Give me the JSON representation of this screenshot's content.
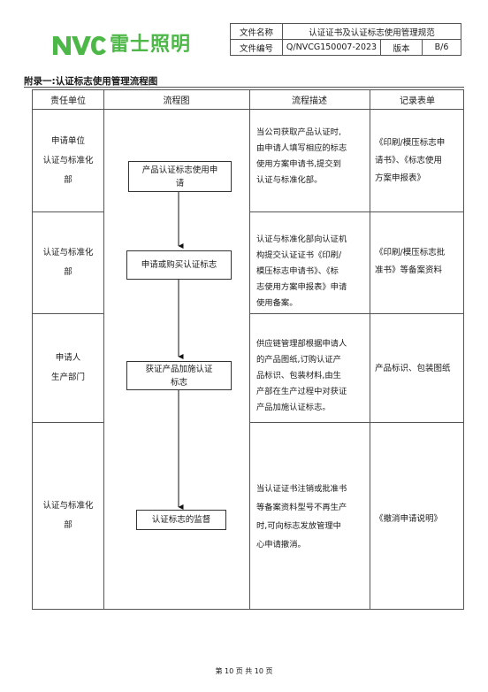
{
  "header": {
    "logo_text": "雷士照明",
    "doc_name_label": "文件名称",
    "doc_name_value": "认证证书及认证标志使用管理规范",
    "doc_no_label": "文件编号",
    "doc_no_value": "Q/NVCG150007-2023",
    "version_label": "版本",
    "version_value": "B/6"
  },
  "appendix_title": "附录一:认证标志使用管理流程图",
  "table": {
    "headers": [
      "责任单位",
      "流程图",
      "流程描述",
      "记录表单"
    ],
    "rows": [
      {
        "unit": "申请单位\n认证与标准化\n部",
        "step": "产品认证标志使用申\n请",
        "desc": "当公司获取产品认证时,\n由申请人填写相应的标志\n使用方案申请书,提交到\n认证与标准化部。",
        "record": "《印刷/模压标志申\n请书》、《标志使用\n方案申报表》"
      },
      {
        "unit": "认证与标准化\n部",
        "step": "申请或购买认证标志",
        "desc": "认证与标准化部向认证机\n构提交认证证书《印刷/\n模压标志申请书》、《标\n志使用方案申报表》申请\n使用备案。",
        "record": "《印刷/模压标志批\n准书》等备案资料"
      },
      {
        "unit": "申请人\n生产部门",
        "step": "获证产品加施认证\n标志",
        "desc": "供应链管理部根据申请人\n的产品图纸,订购认证产\n品标识、包装材料,由生\n产部在生产过程中对获证\n产品加施认证标志。",
        "record": "产品标识、包装图纸"
      },
      {
        "unit": "认证与标准化\n部",
        "step": "认证标志的监督",
        "desc": "当认证证书注销或批准书\n等备案资料型号不再生产\n时,可向标志发放管理中\n心申请撤消。",
        "record": "《撤消申请说明》"
      }
    ]
  },
  "footer": "第 10 页 共 10 页",
  "colors": {
    "brand_green": "#4db848"
  }
}
